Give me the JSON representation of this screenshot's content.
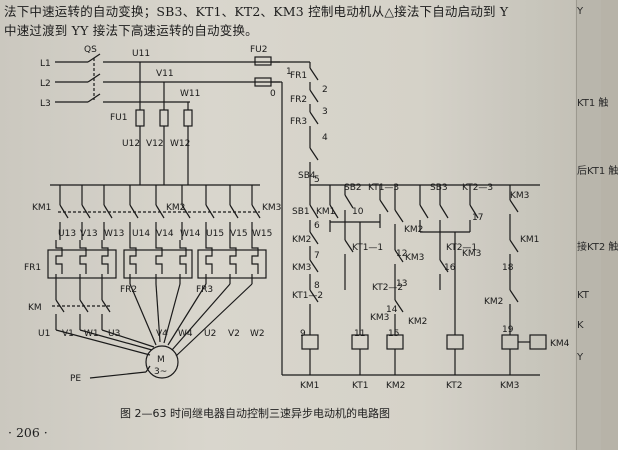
{
  "intro": {
    "line1": "法下中速运转的自动变换；SB3、KT1、KT2、KM3 控制电动机从△接法下自动启动到 Y",
    "line2": "中速过渡到 YY 接法下高速运转的自动变换。"
  },
  "figure": {
    "caption": "图 2—63  时间继电器自动控制三速异步电动机的电路图",
    "page_number": "· 206 ·"
  },
  "labels": {
    "L1": "L1",
    "L2": "L2",
    "L3": "L3",
    "QS": "QS",
    "U11": "U11",
    "V11": "V11",
    "W11": "W11",
    "FU1": "FU1",
    "FU2": "FU2",
    "U12": "U12",
    "V12": "V12",
    "W12": "W12",
    "num1": "1",
    "num0": "0",
    "KM1_main": "KM1",
    "KM2_main": "KM2",
    "KM3_main": "KM3",
    "U13": "U13",
    "V13a": "V13",
    "W13": "W13",
    "U14": "U14",
    "V14": "V14",
    "W14": "W14",
    "U15": "U15",
    "V15": "V15",
    "W15": "W15",
    "FR1_main": "FR1",
    "FR2_main": "FR2",
    "FR3_main": "FR3",
    "KM_left": "KM",
    "U1": "U1",
    "V1": "V1",
    "W1": "W1",
    "U3": "U3",
    "V4": "V4",
    "W4": "W4",
    "U2": "U2",
    "V2": "V2",
    "W2": "W2",
    "M": "M",
    "M3": "3~",
    "PE": "PE",
    "FR1c": "FR1",
    "FR2c": "FR2",
    "FR3c": "FR3",
    "n2": "2",
    "n3": "3",
    "n4": "4",
    "n5": "5",
    "SB4": "SB4",
    "SB1": "SB1",
    "SB2": "SB2",
    "SB3": "SB3",
    "KT1_3": "KT1—3",
    "KT2_3": "KT2—3",
    "KM1a": "KM1",
    "KM1b": "KM1",
    "KM1c": "KM1",
    "KM2a": "KM2",
    "KM2b": "KM2",
    "KM2c": "KM2",
    "KM2d": "KM2",
    "KM2e": "KM2",
    "KM3a": "KM3",
    "KM3b": "KM3",
    "KM3c": "KM3",
    "KM3d": "KM3",
    "KT1_1": "KT1—1",
    "KT1_2": "KT1—2",
    "KT2_1": "KT2—1",
    "KT2_2": "KT2—2",
    "n6": "6",
    "n7": "7",
    "n8": "8",
    "n9": "9",
    "n10": "10",
    "n11": "11",
    "n12": "12",
    "n13": "13",
    "n14": "14",
    "n15": "15",
    "n16": "16",
    "n17": "17",
    "n18": "18",
    "n19": "19",
    "coil_KM1": "KM1",
    "coil_KT1": "KT1",
    "coil_KM2": "KM2",
    "coil_KT2": "KT2",
    "coil_KM3": "KM3",
    "KM4": "KM4"
  },
  "sidebar": {
    "t1": "Y",
    "t2": "KT1 触",
    "t3": "后KT1 触",
    "t4": "接KT2 触",
    "t5": "KT",
    "t6": "K",
    "t7": "Y"
  }
}
